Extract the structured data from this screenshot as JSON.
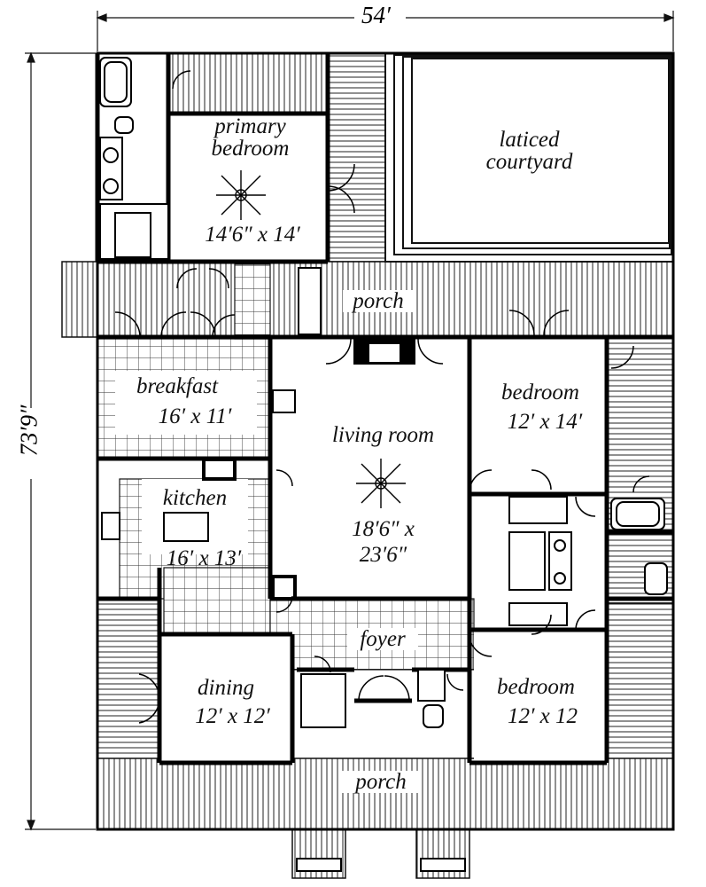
{
  "dimensions": {
    "width": "54′",
    "depth": "73′9″"
  },
  "rooms": {
    "primary_bedroom": {
      "name": "primary\nbedroom",
      "size": "14′6″ x 14′"
    },
    "courtyard": {
      "name": "laticed\ncourtyard"
    },
    "porch_rear": {
      "name": "porch"
    },
    "breakfast": {
      "name": "breakfast",
      "size": "16′ x 11′"
    },
    "living_room": {
      "name": "living room",
      "size": "18′6″ x\n23′6″"
    },
    "bedroom_1": {
      "name": "bedroom",
      "size": "12′ x 14′"
    },
    "kitchen": {
      "name": "kitchen",
      "size": "16′ x 13′"
    },
    "foyer": {
      "name": "foyer"
    },
    "dining": {
      "name": "dining",
      "size": "12′ x 12′"
    },
    "bedroom_2": {
      "name": "bedroom",
      "size": "12′ x 12"
    },
    "porch_front": {
      "name": "porch"
    }
  }
}
